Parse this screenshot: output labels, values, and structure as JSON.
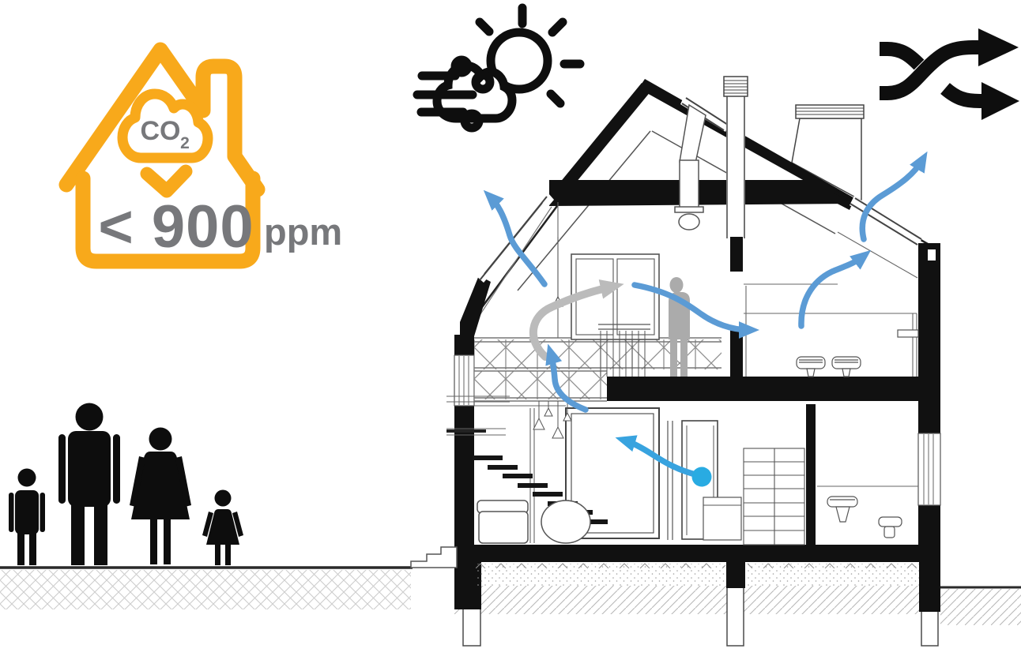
{
  "co2_badge": {
    "gas": "CO",
    "gas_subscript": "2",
    "threshold": "< 900",
    "unit": "ppm",
    "outline_color": "#F8A91B",
    "text_color": "#77787B"
  },
  "icons": {
    "wind_sun": "wind-sun-cloud-icon",
    "shuffle": "crossed-arrows-icon",
    "icon_color": "#0E0E0E"
  },
  "airflow": {
    "arrow_color": "#5B9BD5",
    "fresh_air_arrow_color": "#38A3DF",
    "sensor_dot_color": "#29ABE2",
    "interior_arrow_color": "#BBBBBB"
  },
  "figures": {
    "silhouette_color": "#0D0D0D",
    "members": [
      "boy",
      "man",
      "woman",
      "girl"
    ],
    "occupant_color": "#ABABAB"
  }
}
